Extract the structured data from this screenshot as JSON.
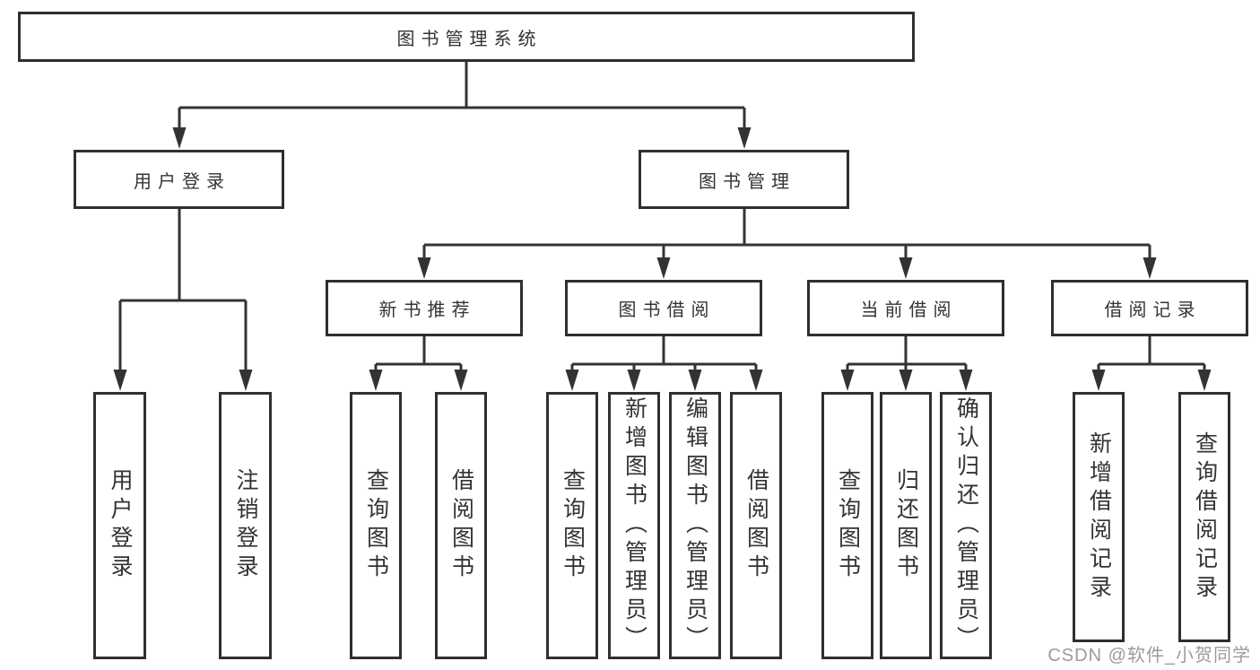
{
  "colors": {
    "line": "#333333",
    "box_border": "#2f2f2f",
    "text": "#333333",
    "watermark": "#8a8a8a",
    "background": "#ffffff"
  },
  "tree": {
    "root": {
      "label": "图书管理系统"
    },
    "branches": [
      {
        "label": "用户登录",
        "children": [
          {
            "label": "用户登录"
          },
          {
            "label": "注销登录"
          }
        ]
      },
      {
        "label": "图书管理",
        "children": [
          {
            "label": "新书推荐",
            "children": [
              {
                "label": "查询图书"
              },
              {
                "label": "借阅图书"
              }
            ]
          },
          {
            "label": "图书借阅",
            "children": [
              {
                "label": "查询图书"
              },
              {
                "label": "新增图书（管理员）"
              },
              {
                "label": "编辑图书（管理员）"
              },
              {
                "label": "借阅图书"
              }
            ]
          },
          {
            "label": "当前借阅",
            "children": [
              {
                "label": "查询图书"
              },
              {
                "label": "归还图书"
              },
              {
                "label": "确认归还（管理员）"
              }
            ]
          },
          {
            "label": "借阅记录",
            "children": [
              {
                "label": "新增借阅记录"
              },
              {
                "label": "查询借阅记录"
              }
            ]
          }
        ]
      }
    ]
  },
  "watermark": {
    "text": "CSDN @软件_小贺同学"
  }
}
